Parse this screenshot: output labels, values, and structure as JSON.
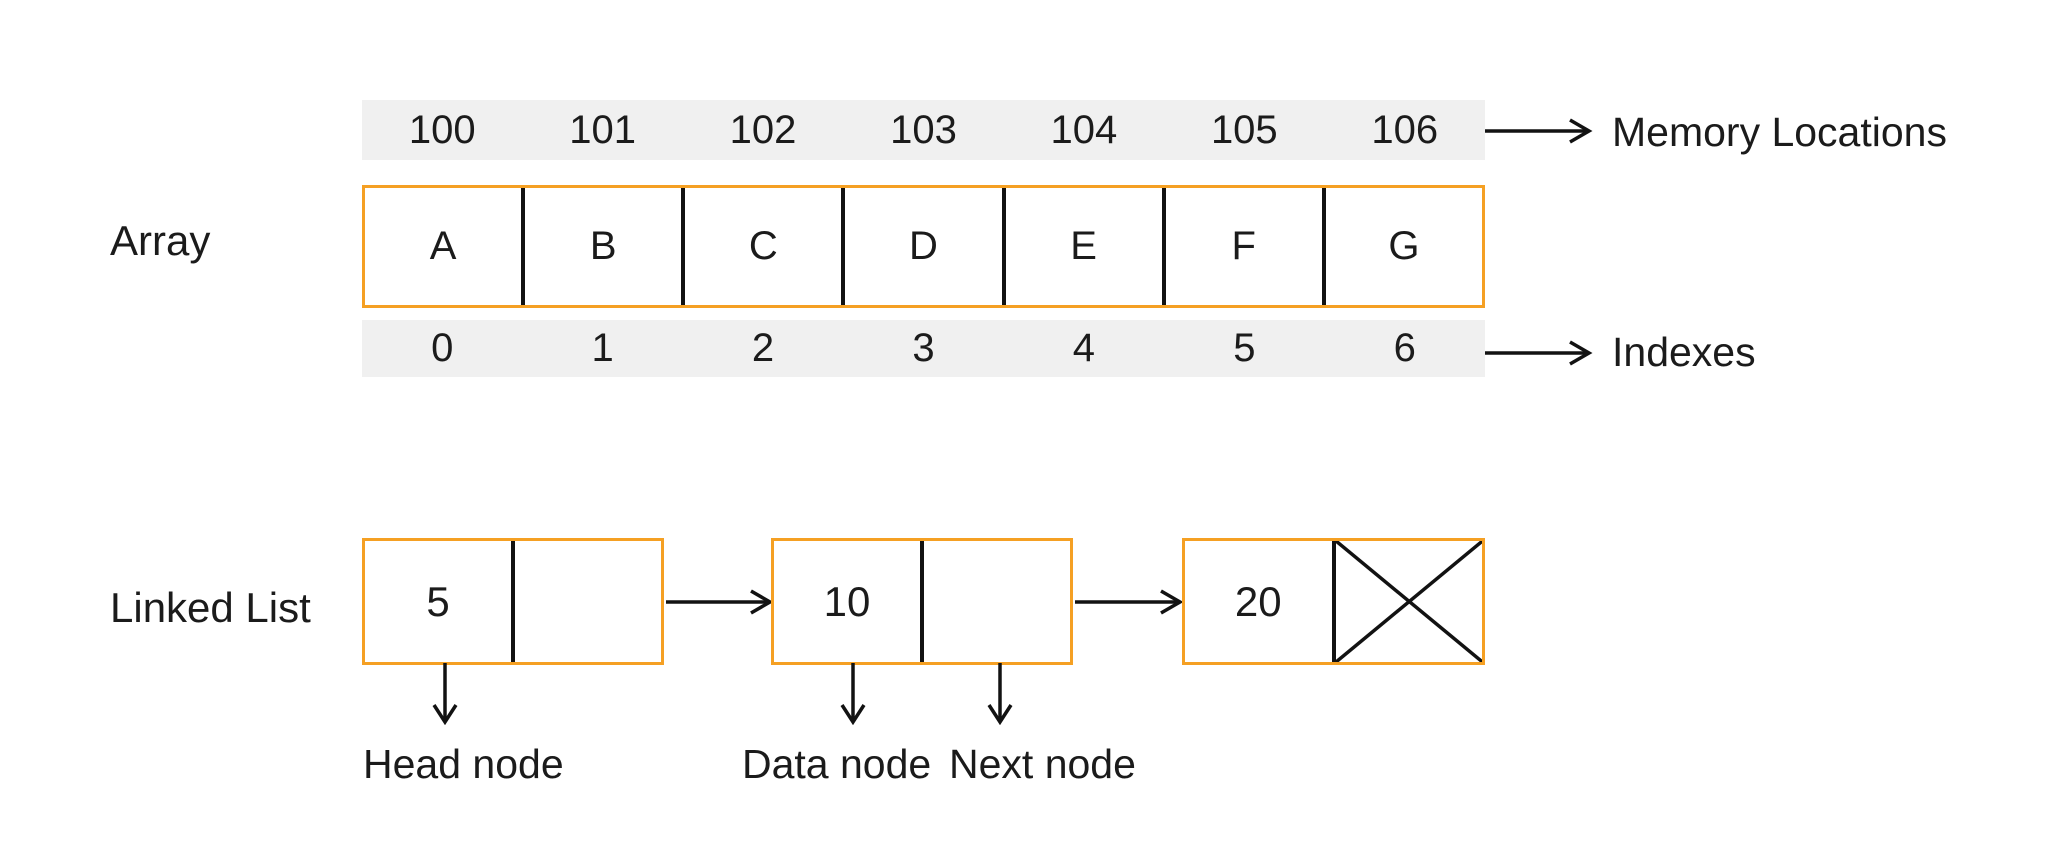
{
  "colors": {
    "accent_orange": "#f5a023",
    "strip_gray": "#f0f0f0",
    "line_black": "#121212",
    "text": "#1b1b1b"
  },
  "array_section": {
    "label": "Array",
    "memory_locations": [
      "100",
      "101",
      "102",
      "103",
      "104",
      "105",
      "106"
    ],
    "memory_locations_caption": "Memory Locations",
    "cells": [
      "A",
      "B",
      "C",
      "D",
      "E",
      "F",
      "G"
    ],
    "indexes": [
      "0",
      "1",
      "2",
      "3",
      "4",
      "5",
      "6"
    ],
    "indexes_caption": "Indexes"
  },
  "linked_list_section": {
    "label": "Linked List",
    "nodes": [
      {
        "value": "5",
        "next": "pointer"
      },
      {
        "value": "10",
        "next": "pointer"
      },
      {
        "value": "20",
        "next": "null"
      }
    ],
    "captions": {
      "head": "Head node",
      "data": "Data node",
      "next": "Next node"
    }
  }
}
